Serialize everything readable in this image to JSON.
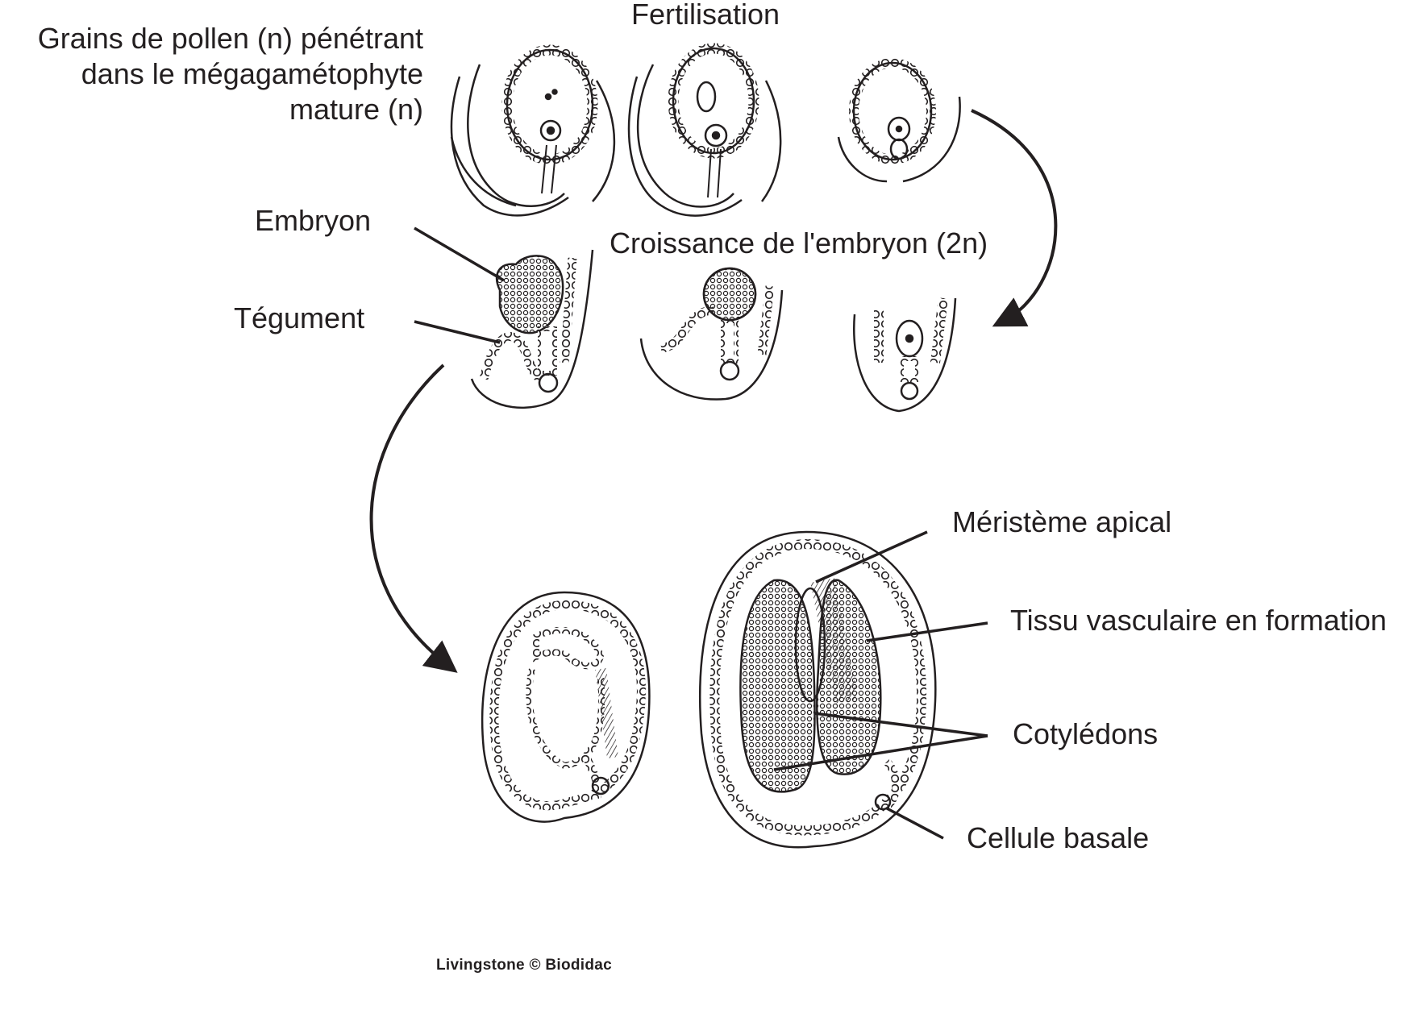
{
  "labels": {
    "fertilisation": "Fertilisation",
    "pollen_line1": "Grains de pollen (n) pénétrant",
    "pollen_line2": "dans le mégagamétophyte",
    "pollen_line3": "mature (n)",
    "embryon": "Embryon",
    "tegument": "Tégument",
    "croissance": "Croissance de l'embryon (2n)",
    "meristeme": "Méristème apical",
    "tissu": "Tissu vasculaire en formation",
    "cotyledons": "Cotylédons",
    "cellule_basale": "Cellule basale"
  },
  "credit": "Livingstone © Biodidac",
  "colors": {
    "ink": "#231f20",
    "background": "#ffffff"
  }
}
